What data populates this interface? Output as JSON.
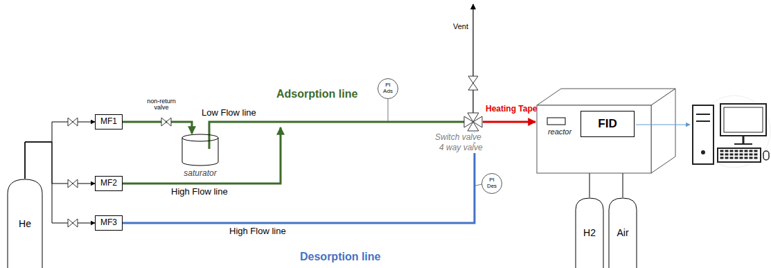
{
  "diagram": {
    "nodes": [
      {
        "text": [
          "He"
        ]
      },
      {
        "text": [
          "MF1"
        ]
      },
      {
        "text": [
          "MF2"
        ]
      },
      {
        "text": [
          "MF3"
        ]
      },
      {
        "text": [
          "saturator"
        ]
      },
      {
        "text": [
          "PI Ads"
        ]
      },
      {
        "text": [
          "PI Des"
        ]
      },
      {
        "text": [
          "reactor"
        ]
      },
      {
        "text": [
          "FID"
        ]
      },
      {
        "text": [
          "H2"
        ]
      },
      {
        "text": [
          "Air"
        ]
      }
    ],
    "edges": [
      {
        "from": 0,
        "to": 1,
        "arrow": "to"
      },
      {
        "from": 0,
        "to": 2,
        "arrow": "to"
      },
      {
        "from": 0,
        "to": 3,
        "arrow": "to"
      },
      {
        "from": 1,
        "to": 4,
        "arrow": "to"
      },
      {
        "from": 7,
        "to": 8,
        "arrow": "none"
      },
      {
        "from": 9,
        "to": 8,
        "arrow": "to"
      },
      {
        "from": 10,
        "to": 8,
        "arrow": "to"
      }
    ],
    "labels": [
      "non-return valve",
      "Low Flow line",
      "Adsorption line",
      "High Flow line",
      "High Flow line",
      "Desorption line",
      "Vent",
      "Switch valve",
      "4 way valve",
      "Heating Tape"
    ]
  }
}
